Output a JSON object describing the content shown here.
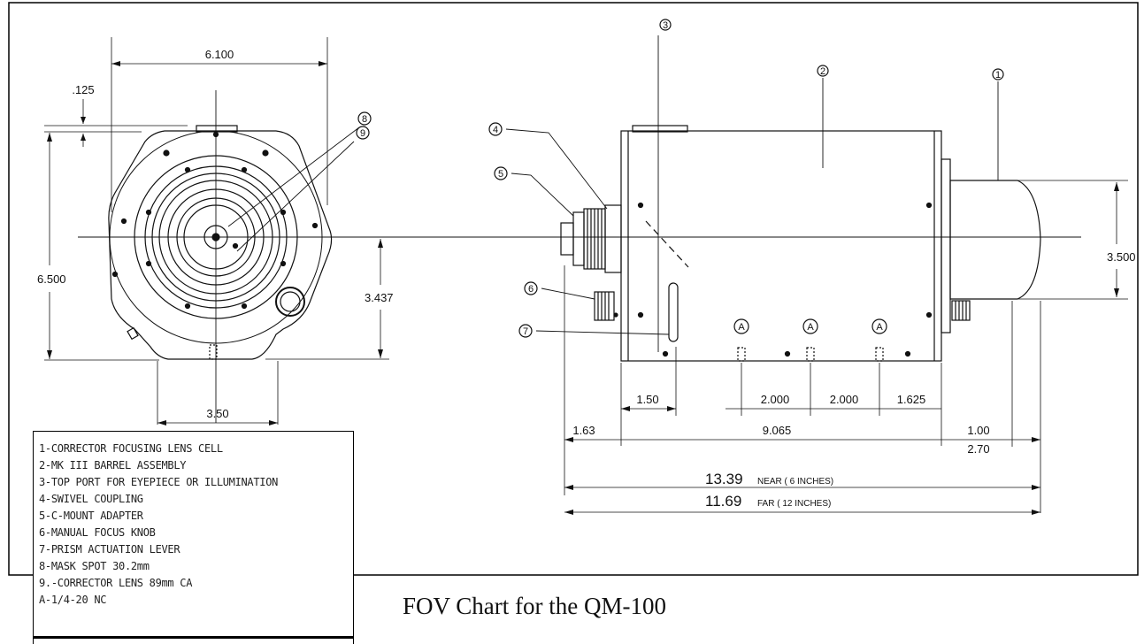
{
  "dimensions": {
    "front_width": "6.100",
    "front_top_offset": ".125",
    "front_height": "6.500",
    "front_center_height": "3.437",
    "front_base_width": "3.50",
    "side_body_height": "3.500",
    "side_lever_offset": "1.50",
    "side_spacing_a": "2.000",
    "side_spacing_b": "2.000",
    "side_spacing_c": "1.625",
    "side_left_ext": "1.63",
    "side_body_length": "9.065",
    "side_right_ext_top": "1.00",
    "side_right_ext_bottom": "2.70",
    "overall_near_value": "13.39",
    "overall_near_label": "NEAR ( 6 INCHES)",
    "overall_far_value": "11.69",
    "overall_far_label": "FAR ( 12 INCHES)"
  },
  "callouts": {
    "c1": "1",
    "c2": "2",
    "c3": "3",
    "c4": "4",
    "c5": "5",
    "c6": "6",
    "c7": "7",
    "c8": "8",
    "c9": "9",
    "cA": "A"
  },
  "legend": {
    "items": [
      "1-CORRECTOR FOCUSING LENS CELL",
      "2-MK III BARREL ASSEMBLY",
      "3-TOP PORT FOR EYEPIECE OR ILLUMINATION",
      "4-SWIVEL COUPLING",
      "5-C-MOUNT ADAPTER",
      "6-MANUAL FOCUS KNOB",
      "7-PRISM ACTUATION LEVER",
      "8-MASK SPOT 30.2mm",
      "9.-CORRECTOR LENS 89mm CA",
      "A-1/4-20 NC"
    ]
  },
  "caption": "FOV Chart for the QM-100"
}
